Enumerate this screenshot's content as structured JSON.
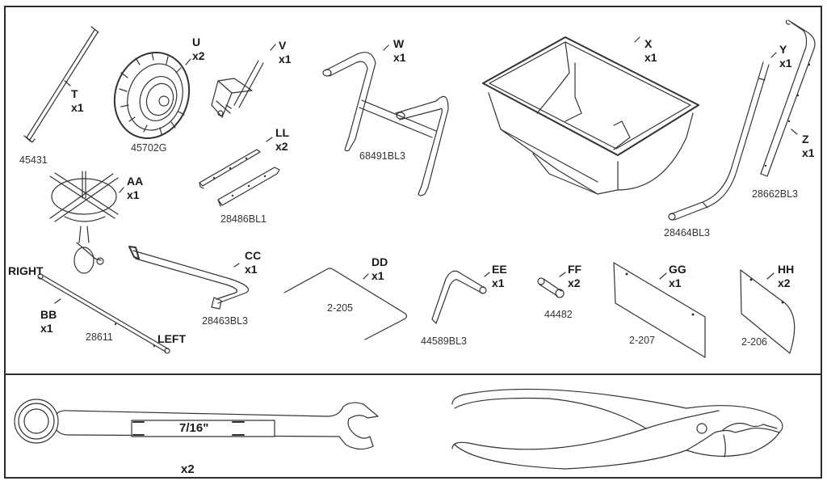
{
  "parts": [
    {
      "letter": "T",
      "qty": "x1",
      "part_number": "45431",
      "item": "rod"
    },
    {
      "letter": "U",
      "qty": "x2",
      "part_number": "45702G",
      "item": "wheel"
    },
    {
      "letter": "V",
      "qty": "x1",
      "part_number": "",
      "item": "gate-assembly"
    },
    {
      "letter": "W",
      "qty": "x1",
      "part_number": "68491BL3",
      "item": "frame"
    },
    {
      "letter": "X",
      "qty": "x1",
      "part_number": "",
      "item": "hopper"
    },
    {
      "letter": "Y",
      "qty": "x1",
      "part_number": "28464BL3",
      "item": "handle-tube"
    },
    {
      "letter": "Z",
      "qty": "x1",
      "part_number": "28662BL3",
      "item": "handle-tube"
    },
    {
      "letter": "LL",
      "qty": "x2",
      "part_number": "28486BL1",
      "item": "bracket"
    },
    {
      "letter": "AA",
      "qty": "x1",
      "part_number": "",
      "item": "spinner-gearbox"
    },
    {
      "letter": "BB",
      "qty": "x1",
      "part_number": "28611",
      "item": "axle"
    },
    {
      "letter": "CC",
      "qty": "x1",
      "part_number": "28463BL3",
      "item": "control-arm"
    },
    {
      "letter": "DD",
      "qty": "x1",
      "part_number": "2-205",
      "item": "wire-rod"
    },
    {
      "letter": "EE",
      "qty": "x1",
      "part_number": "44589BL3",
      "item": "bent-tube"
    },
    {
      "letter": "FF",
      "qty": "x2",
      "part_number": "44482",
      "item": "spacer"
    },
    {
      "letter": "GG",
      "qty": "x1",
      "part_number": "2-207",
      "item": "deflector-plate"
    },
    {
      "letter": "HH",
      "qty": "x2",
      "part_number": "2-206",
      "item": "side-deflector"
    }
  ],
  "axle_labels": {
    "right": "RIGHT",
    "left": "LEFT"
  },
  "tools": {
    "wrench": {
      "size": "7/16\"",
      "qty": "x2"
    },
    "pliers": {
      "qty": ""
    }
  }
}
